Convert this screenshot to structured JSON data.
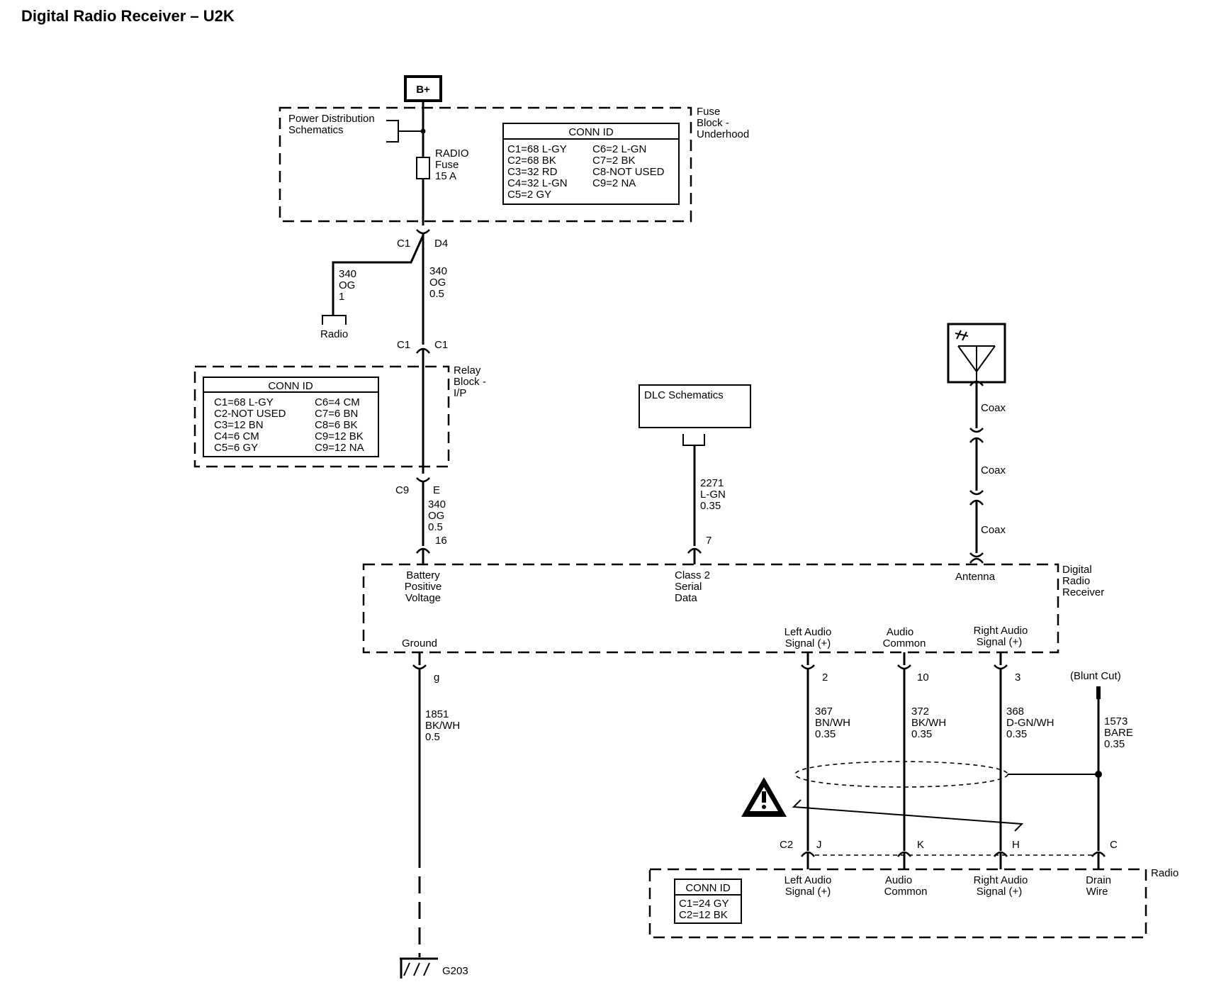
{
  "title": "Digital Radio Receiver – U2K",
  "battery": "B+",
  "fuse_block": {
    "label": [
      "Fuse",
      "Block -",
      "Underhood"
    ],
    "pds": [
      "Power Distribution",
      "Schematics"
    ],
    "fuse": [
      "RADIO",
      "Fuse",
      "15 A"
    ],
    "conn_title": "CONN ID",
    "conn_left": [
      "C1=68 L-GY",
      "C2=68 BK",
      "C3=32 RD",
      "C4=32 L-GN",
      "C5=2 GY"
    ],
    "conn_right": [
      "C6=2 L-GN",
      "C7=2 BK",
      "C8-NOT USED",
      "C9=2 NA"
    ]
  },
  "c1_d4": {
    "left": "C1",
    "right": "D4"
  },
  "radio_branch": {
    "wire": [
      "340",
      "OG",
      "1"
    ],
    "label": "Radio"
  },
  "main_wire_1": [
    "340",
    "OG",
    "0.5"
  ],
  "relay_in": {
    "left": "C1",
    "right": "C1"
  },
  "relay_block": {
    "label": [
      "Relay",
      "Block -",
      "I/P"
    ],
    "conn_title": "CONN ID",
    "conn_left": [
      "C1=68 L-GY",
      "C2-NOT USED",
      "C3=12 BN",
      "C4=6 CM",
      "C5=6 GY"
    ],
    "conn_right": [
      "C6=4 CM",
      "C7=6 BN",
      "C8=6 BK",
      "C9=12 BK",
      "C9=12 NA"
    ]
  },
  "relay_out": {
    "left": "C9",
    "right": "E"
  },
  "main_wire_2": [
    "340",
    "OG",
    "0.5"
  ],
  "pin_batt": "16",
  "dlc": {
    "label": "DLC Schematics",
    "wire": [
      "2271",
      "L-GN",
      "0.35"
    ],
    "pin": "7"
  },
  "antenna": {
    "coax": [
      "Coax",
      "Coax",
      "Coax"
    ]
  },
  "receiver": {
    "label": [
      "Digital",
      "Radio",
      "Receiver"
    ],
    "batt": [
      "Battery",
      "Positive",
      "Voltage"
    ],
    "class2": [
      "Class 2",
      "Serial",
      "Data"
    ],
    "antenna": "Antenna",
    "ground": "Ground",
    "left_audio": [
      "Left Audio",
      "Signal (+)"
    ],
    "audio_common": [
      "Audio",
      "Common"
    ],
    "right_audio": [
      "Right Audio",
      "Signal (+)"
    ]
  },
  "ground": {
    "pin": "g",
    "wire": [
      "1851",
      "BK/WH",
      "0.5"
    ],
    "ref": "G203"
  },
  "audio_wires": {
    "left": {
      "pin": "2",
      "wire": [
        "367",
        "BN/WH",
        "0.35"
      ]
    },
    "common": {
      "pin": "10",
      "wire": [
        "372",
        "BK/WH",
        "0.35"
      ]
    },
    "right": {
      "pin": "3",
      "wire": [
        "368",
        "D-GN/WH",
        "0.35"
      ]
    },
    "drain": {
      "note": "(Blunt Cut)",
      "wire": [
        "1573",
        "BARE",
        "0.35"
      ]
    }
  },
  "radio_conn": {
    "c2": "C2",
    "j": "J",
    "k": "K",
    "h": "H",
    "c": "C"
  },
  "radio": {
    "label": "Radio",
    "conn_title": "CONN ID",
    "conn": [
      "C1=24 GY",
      "C2=12 BK"
    ],
    "left_audio": [
      "Left Audio",
      "Signal (+)"
    ],
    "audio_common": [
      "Audio",
      "Common"
    ],
    "right_audio": [
      "Right Audio",
      "Signal (+)"
    ],
    "drain": [
      "Drain",
      "Wire"
    ]
  }
}
